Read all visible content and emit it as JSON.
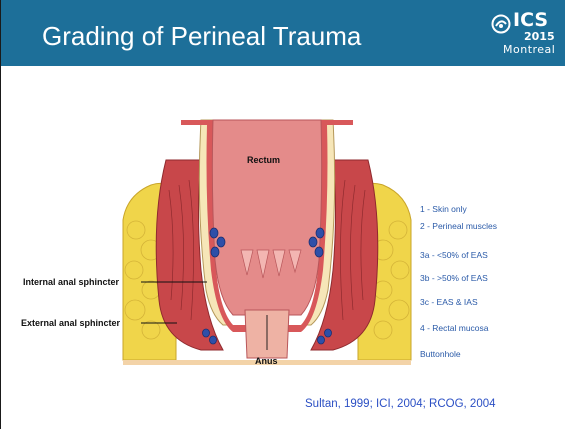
{
  "header": {
    "title": "Grading of Perineal Trauma",
    "bg_color": "#1d6f99"
  },
  "logo": {
    "brand": "ICS",
    "year": "2015",
    "city": "Montreal"
  },
  "diagram": {
    "labels": {
      "rectum": "Rectum",
      "internal": "Internal anal sphincter",
      "external": "External anal sphincter",
      "anus": "Anus"
    }
  },
  "grades": [
    "1 - Skin only",
    "2 - Perineal muscles",
    "3a - <50% of EAS",
    "3b - >50% of EAS",
    "3c - EAS & IAS",
    "4 - Rectal mucosa",
    "Buttonhole"
  ],
  "citation": "Sultan, 1999; ICI, 2004; RCOG, 2004",
  "colors": {
    "grade_text": "#2a5aa8",
    "citation_text": "#2b4fc4",
    "fat": "#f0d54a",
    "muscle": "#c8474a",
    "mucosa": "#e48b8a"
  }
}
